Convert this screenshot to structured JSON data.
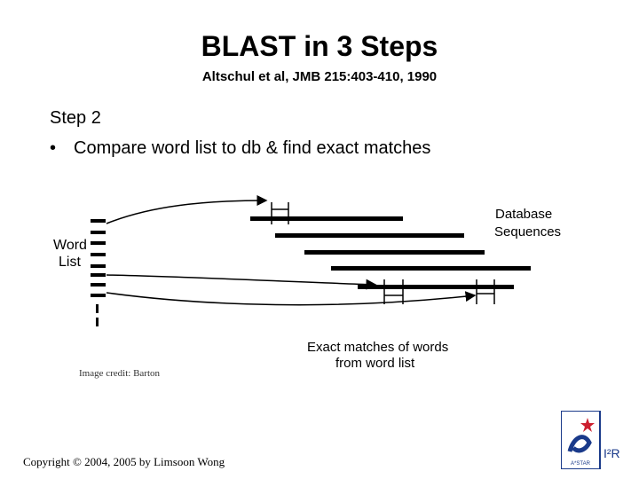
{
  "slide": {
    "title": "BLAST in 3 Steps",
    "subtitle": "Altschul et al, JMB 215:403-410, 1990",
    "step_label": "Step 2",
    "bullet": "Compare word list to db & find exact matches",
    "credit": "Image credit: Barton",
    "footer": "Copyright © 2004, 2005 by Limsoon Wong"
  },
  "diagram": {
    "word_list_label_1": "Word",
    "word_list_label_2": "List",
    "database_label_1": "Database",
    "database_label_2": "Sequences",
    "matches_label_1": "Exact matches of words",
    "matches_label_2": "from word list"
  },
  "logo": {
    "text": "I²R",
    "small_text": "A*STAR",
    "accent_color": "#1a3a8a",
    "star_color": "#cc1f2f"
  }
}
